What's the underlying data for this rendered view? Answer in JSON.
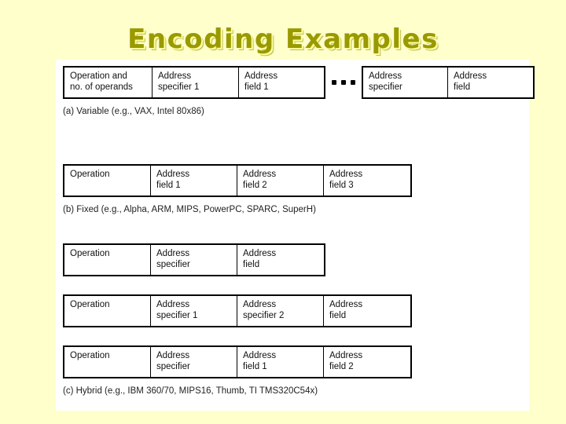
{
  "slide": {
    "title": "Encoding Examples",
    "title_color": "#999900",
    "background_color": "#FFFFCC",
    "canvas_color": "#FFFFFF"
  },
  "figure": {
    "rows": [
      {
        "id": "variable",
        "groups": [
          {
            "cells": [
              {
                "line1": "Operation and",
                "line2": "no. of operands"
              },
              {
                "line1": "Address",
                "line2": "specifier 1"
              },
              {
                "line1": "Address",
                "line2": "field 1"
              }
            ]
          },
          {
            "cells": [
              {
                "line1": "Address",
                "line2": "specifier"
              },
              {
                "line1": "Address",
                "line2": "field"
              }
            ]
          }
        ],
        "has_ellipsis": true
      },
      {
        "id": "fixed",
        "groups": [
          {
            "cells": [
              {
                "line1": "Operation",
                "line2": ""
              },
              {
                "line1": "Address",
                "line2": "field 1"
              },
              {
                "line1": "Address",
                "line2": "field 2"
              },
              {
                "line1": "Address",
                "line2": "field 3"
              }
            ]
          }
        ],
        "has_ellipsis": false
      },
      {
        "id": "hybrid-1",
        "groups": [
          {
            "cells": [
              {
                "line1": "Operation",
                "line2": ""
              },
              {
                "line1": "Address",
                "line2": "specifier"
              },
              {
                "line1": "Address",
                "line2": "field"
              }
            ]
          }
        ],
        "has_ellipsis": false
      },
      {
        "id": "hybrid-2",
        "groups": [
          {
            "cells": [
              {
                "line1": "Operation",
                "line2": ""
              },
              {
                "line1": "Address",
                "line2": "specifier 1"
              },
              {
                "line1": "Address",
                "line2": "specifier 2"
              },
              {
                "line1": "Address",
                "line2": "field"
              }
            ]
          }
        ],
        "has_ellipsis": false
      },
      {
        "id": "hybrid-3",
        "groups": [
          {
            "cells": [
              {
                "line1": "Operation",
                "line2": ""
              },
              {
                "line1": "Address",
                "line2": "specifier"
              },
              {
                "line1": "Address",
                "line2": "field 1"
              },
              {
                "line1": "Address",
                "line2": "field 2"
              }
            ]
          }
        ],
        "has_ellipsis": false
      }
    ],
    "captions": [
      {
        "id": "a",
        "text": "(a) Variable (e.g., VAX, Intel 80x86)"
      },
      {
        "id": "b",
        "text": "(b) Fixed (e.g., Alpha, ARM, MIPS, PowerPC, SPARC, SuperH)"
      },
      {
        "id": "c",
        "text": "(c) Hybrid (e.g., IBM 360/70,  MIPS16, Thumb, TI TMS320C54x)"
      }
    ]
  }
}
